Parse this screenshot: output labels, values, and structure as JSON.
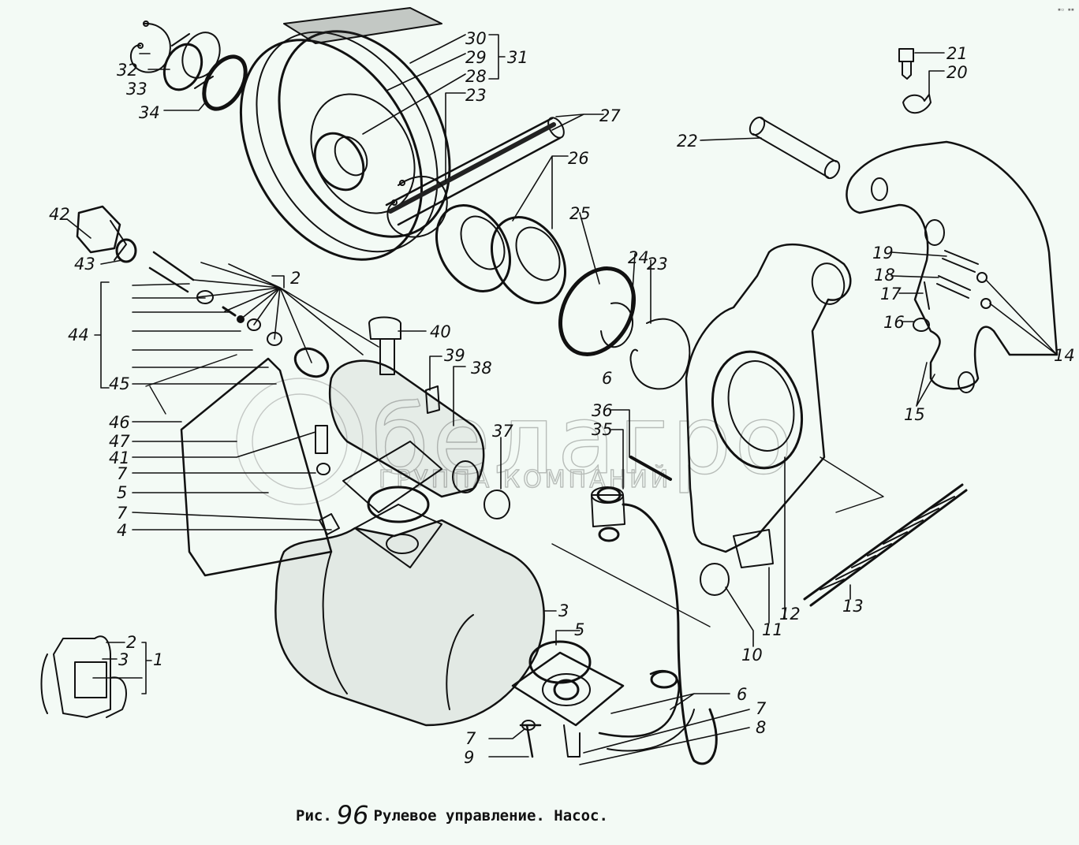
{
  "figure": {
    "prefix": "Рис.",
    "number": "96",
    "title": "Рулевое управление. Насос."
  },
  "watermark": {
    "brand": "белагро",
    "subtitle": "ГРУППА КОМПАНИЙ"
  },
  "corner_mark": "▪▫ ▪▪",
  "callouts": [
    {
      "id": "c32",
      "text": "32"
    },
    {
      "id": "c33",
      "text": "33"
    },
    {
      "id": "c34",
      "text": "34"
    },
    {
      "id": "c30",
      "text": "30"
    },
    {
      "id": "c29",
      "text": "29"
    },
    {
      "id": "c28",
      "text": "28"
    },
    {
      "id": "c31",
      "text": "31"
    },
    {
      "id": "c23a",
      "text": "23"
    },
    {
      "id": "c27",
      "text": "27"
    },
    {
      "id": "c26",
      "text": "26"
    },
    {
      "id": "c25",
      "text": "25"
    },
    {
      "id": "c24",
      "text": "24"
    },
    {
      "id": "c23b",
      "text": "23"
    },
    {
      "id": "c6a",
      "text": "6"
    },
    {
      "id": "c22",
      "text": "22"
    },
    {
      "id": "c21",
      "text": "21"
    },
    {
      "id": "c20",
      "text": "20"
    },
    {
      "id": "c19",
      "text": "19"
    },
    {
      "id": "c18",
      "text": "18"
    },
    {
      "id": "c17",
      "text": "17"
    },
    {
      "id": "c16",
      "text": "16"
    },
    {
      "id": "c14",
      "text": "14"
    },
    {
      "id": "c15",
      "text": "15"
    },
    {
      "id": "c42",
      "text": "42"
    },
    {
      "id": "c43",
      "text": "43"
    },
    {
      "id": "c2a",
      "text": "2"
    },
    {
      "id": "c44",
      "text": "44"
    },
    {
      "id": "c45",
      "text": "45"
    },
    {
      "id": "c40",
      "text": "40"
    },
    {
      "id": "c39",
      "text": "39"
    },
    {
      "id": "c38",
      "text": "38"
    },
    {
      "id": "c46",
      "text": "46"
    },
    {
      "id": "c47",
      "text": "47"
    },
    {
      "id": "c41",
      "text": "41"
    },
    {
      "id": "c7a",
      "text": "7"
    },
    {
      "id": "c5a",
      "text": "5"
    },
    {
      "id": "c7b",
      "text": "7"
    },
    {
      "id": "c4",
      "text": "4"
    },
    {
      "id": "c37",
      "text": "37"
    },
    {
      "id": "c36",
      "text": "36"
    },
    {
      "id": "c35",
      "text": "35"
    },
    {
      "id": "c13",
      "text": "13"
    },
    {
      "id": "c12",
      "text": "12"
    },
    {
      "id": "c11",
      "text": "11"
    },
    {
      "id": "c10",
      "text": "10"
    },
    {
      "id": "c3a",
      "text": "3"
    },
    {
      "id": "c5b",
      "text": "5"
    },
    {
      "id": "c6b",
      "text": "6"
    },
    {
      "id": "c7c",
      "text": "7"
    },
    {
      "id": "c8",
      "text": "8"
    },
    {
      "id": "c7d",
      "text": "7"
    },
    {
      "id": "c9",
      "text": "9"
    },
    {
      "id": "c2b",
      "text": "2"
    },
    {
      "id": "c3b",
      "text": "3"
    },
    {
      "id": "c1",
      "text": "1"
    }
  ]
}
